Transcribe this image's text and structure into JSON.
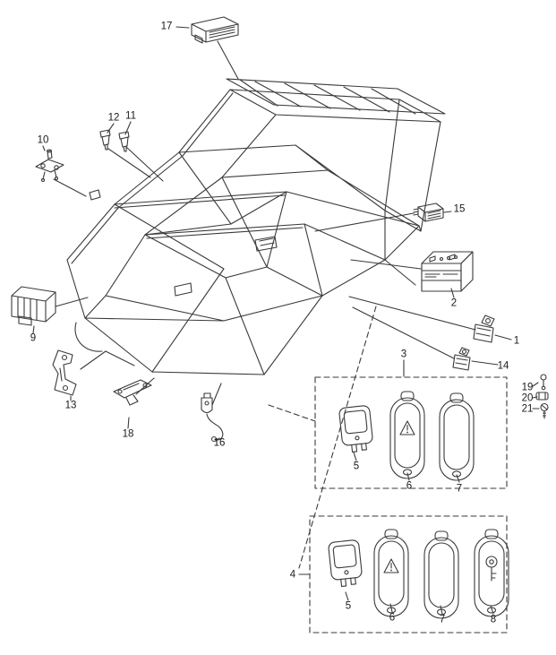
{
  "diagram": {
    "description": "exploded-parts-diagram of vehicle tube frame with electrical components",
    "colors": {
      "line": "#3a3a3a",
      "background": "#ffffff",
      "label_text": "#1a1a1a"
    },
    "callouts": {
      "c1": "1",
      "c2": "2",
      "c3": "3",
      "c4": "4",
      "c5_upper": "5",
      "c6_upper": "6",
      "c7_upper": "7",
      "c5_lower": "5",
      "c6_lower": "6",
      "c7_lower": "7",
      "c8": "8",
      "c9": "9",
      "c10": "10",
      "c11": "11",
      "c12": "12",
      "c13": "13",
      "c14": "14",
      "c15": "15",
      "c16": "16",
      "c17": "17",
      "c18": "18",
      "c19": "19",
      "c20": "20",
      "c21": "21"
    },
    "parts": [
      {
        "num": "1",
        "icon": "relay-with-tab-icon"
      },
      {
        "num": "2",
        "icon": "battery-icon"
      },
      {
        "num": "3",
        "icon": "upper-group-box"
      },
      {
        "num": "4",
        "icon": "lower-group-box"
      },
      {
        "num": "5",
        "icon": "flasher-relay-icon"
      },
      {
        "num": "6",
        "icon": "remote-fob-warning-icon"
      },
      {
        "num": "7",
        "icon": "remote-fob-blank-icon"
      },
      {
        "num": "8",
        "icon": "remote-fob-key-icon"
      },
      {
        "num": "9",
        "icon": "ecu-module-icon"
      },
      {
        "num": "10",
        "icon": "sensor-flange-icon"
      },
      {
        "num": "11",
        "icon": "small-sensor-icon"
      },
      {
        "num": "12",
        "icon": "small-sensor-icon"
      },
      {
        "num": "13",
        "icon": "mounting-bracket-icon"
      },
      {
        "num": "14",
        "icon": "small-relay-icon"
      },
      {
        "num": "15",
        "icon": "relay-3d-icon"
      },
      {
        "num": "16",
        "icon": "sensor-pigtail-icon"
      },
      {
        "num": "17",
        "icon": "control-module-icon"
      },
      {
        "num": "18",
        "icon": "flat-bracket-icon"
      },
      {
        "num": "19",
        "icon": "pin-fastener-icon"
      },
      {
        "num": "20",
        "icon": "clip-icon"
      },
      {
        "num": "21",
        "icon": "screw-icon"
      }
    ]
  }
}
